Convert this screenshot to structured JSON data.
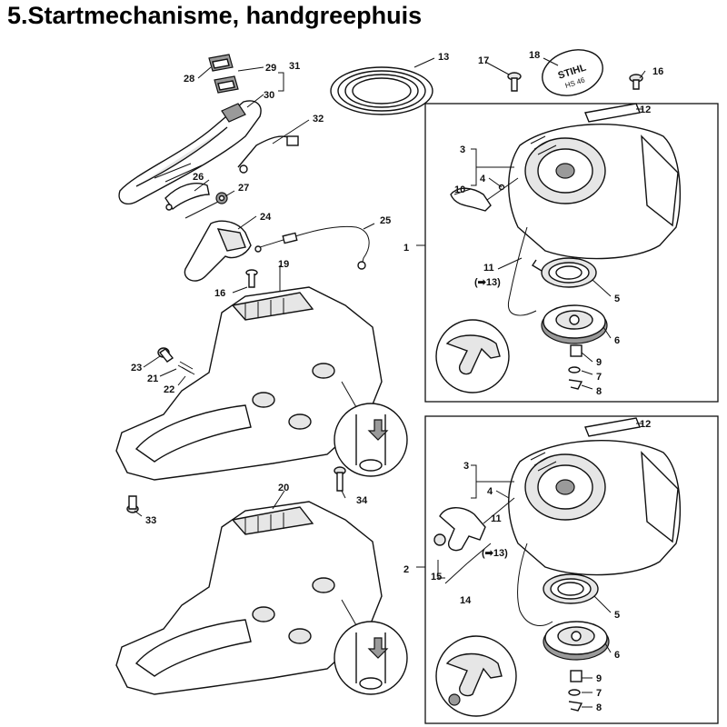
{
  "title": "5.Startmechanisme, handgreephuis",
  "parts": [
    {
      "id": "p1",
      "label": "1"
    },
    {
      "id": "p2",
      "label": "2"
    },
    {
      "id": "p3a",
      "label": "3"
    },
    {
      "id": "p3b",
      "label": "3"
    },
    {
      "id": "p4a",
      "label": "4"
    },
    {
      "id": "p4b",
      "label": "4"
    },
    {
      "id": "p5a",
      "label": "5"
    },
    {
      "id": "p5b",
      "label": "5"
    },
    {
      "id": "p6a",
      "label": "6"
    },
    {
      "id": "p6b",
      "label": "6"
    },
    {
      "id": "p7a",
      "label": "7"
    },
    {
      "id": "p7b",
      "label": "7"
    },
    {
      "id": "p8a",
      "label": "8"
    },
    {
      "id": "p8b",
      "label": "8"
    },
    {
      "id": "p9a",
      "label": "9"
    },
    {
      "id": "p9b",
      "label": "9"
    },
    {
      "id": "p10",
      "label": "10"
    },
    {
      "id": "p11a",
      "label": "11"
    },
    {
      "id": "p11a_ref",
      "label": "(➡13)"
    },
    {
      "id": "p11b",
      "label": "11"
    },
    {
      "id": "p11b_ref",
      "label": "(➡13)"
    },
    {
      "id": "p12a",
      "label": "12"
    },
    {
      "id": "p12b",
      "label": "12"
    },
    {
      "id": "p13",
      "label": "13"
    },
    {
      "id": "p14",
      "label": "14"
    },
    {
      "id": "p15",
      "label": "15"
    },
    {
      "id": "p16a",
      "label": "16"
    },
    {
      "id": "p16b",
      "label": "16"
    },
    {
      "id": "p17",
      "label": "17"
    },
    {
      "id": "p18",
      "label": "18"
    },
    {
      "id": "p19",
      "label": "19"
    },
    {
      "id": "p20",
      "label": "20"
    },
    {
      "id": "p21",
      "label": "21"
    },
    {
      "id": "p22",
      "label": "22"
    },
    {
      "id": "p23",
      "label": "23"
    },
    {
      "id": "p24",
      "label": "24"
    },
    {
      "id": "p25",
      "label": "25"
    },
    {
      "id": "p26",
      "label": "26"
    },
    {
      "id": "p27",
      "label": "27"
    },
    {
      "id": "p28",
      "label": "28"
    },
    {
      "id": "p29",
      "label": "29"
    },
    {
      "id": "p30",
      "label": "30"
    },
    {
      "id": "p31",
      "label": "31"
    },
    {
      "id": "p32",
      "label": "32"
    },
    {
      "id": "p33",
      "label": "33"
    },
    {
      "id": "p34",
      "label": "34"
    }
  ],
  "decal_text": "STIHL",
  "decal_sub": "HS 46"
}
